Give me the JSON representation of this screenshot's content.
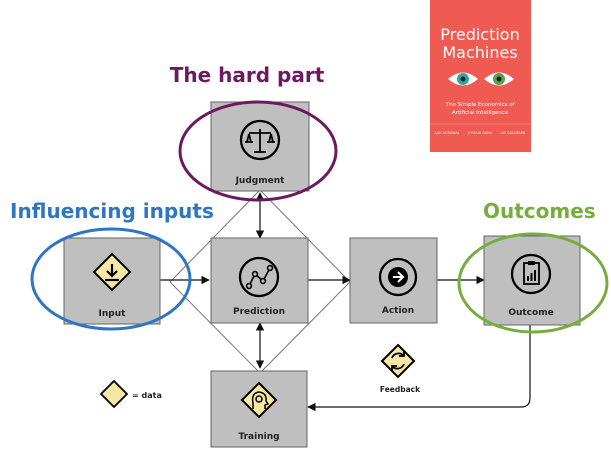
{
  "callouts": {
    "hard_part": "The hard part",
    "influencing_inputs": "Influencing inputs",
    "outcomes": "Outcomes"
  },
  "nodes": {
    "judgment": "Judgment",
    "input": "Input",
    "prediction": "Prediction",
    "action": "Action",
    "outcome": "Outcome",
    "training": "Training"
  },
  "feedback_label": "Feedback",
  "legend_label": "= data",
  "book": {
    "title_line1": "Prediction",
    "title_line2": "Machines",
    "subtitle_line1": "The Simple Economics of",
    "subtitle_line2": "Artificial Intelligence",
    "authors": [
      "AJAY AGRAWAL",
      "JOSHUA GANS",
      "AVI GOLDFARB"
    ]
  },
  "colors": {
    "purple": "#6b1a5e",
    "blue": "#2f75c2",
    "green": "#77ad3f",
    "box_fill": "#bfbfbf",
    "diamond": "#f6e8a4",
    "book": "#ef5a52"
  }
}
